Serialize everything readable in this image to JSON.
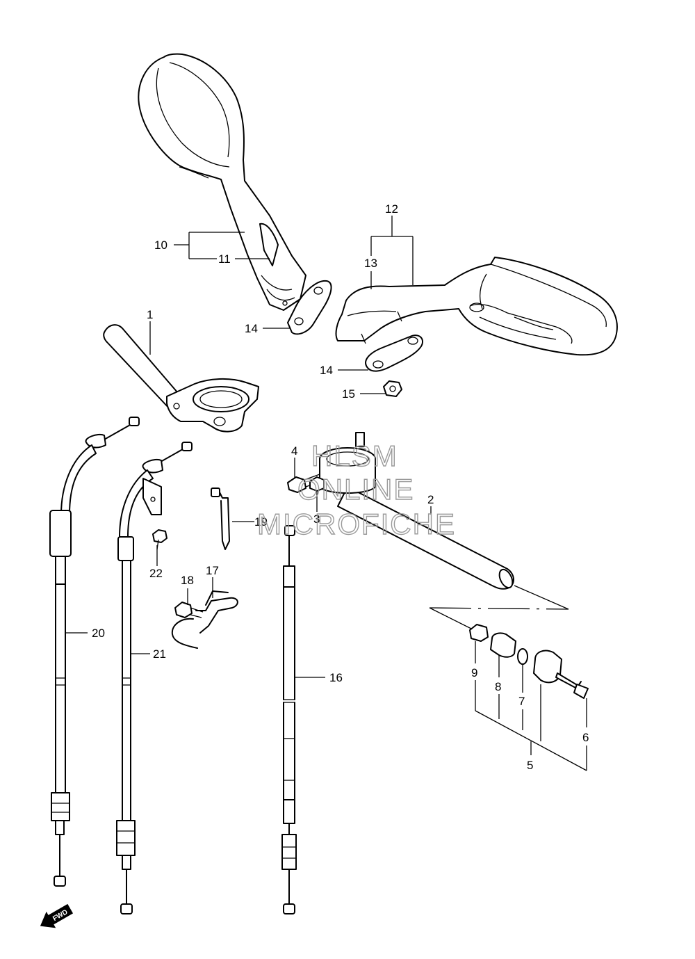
{
  "callouts": {
    "c1": "1",
    "c2": "2",
    "c3": "3",
    "c4": "4",
    "c5": "5",
    "c6": "6",
    "c7": "7",
    "c8": "8",
    "c9": "9",
    "c10": "10",
    "c11": "11",
    "c12": "12",
    "c13": "13",
    "c14a": "14",
    "c14b": "14",
    "c15": "15",
    "c16": "16",
    "c17": "17",
    "c18": "18",
    "c19": "19",
    "c20": "20",
    "c21": "21",
    "c22": "22"
  },
  "watermark": {
    "line1": "HLSM",
    "line2": "ONLINE",
    "line3": "MICROFICHE"
  },
  "fwd_label": "FWD"
}
